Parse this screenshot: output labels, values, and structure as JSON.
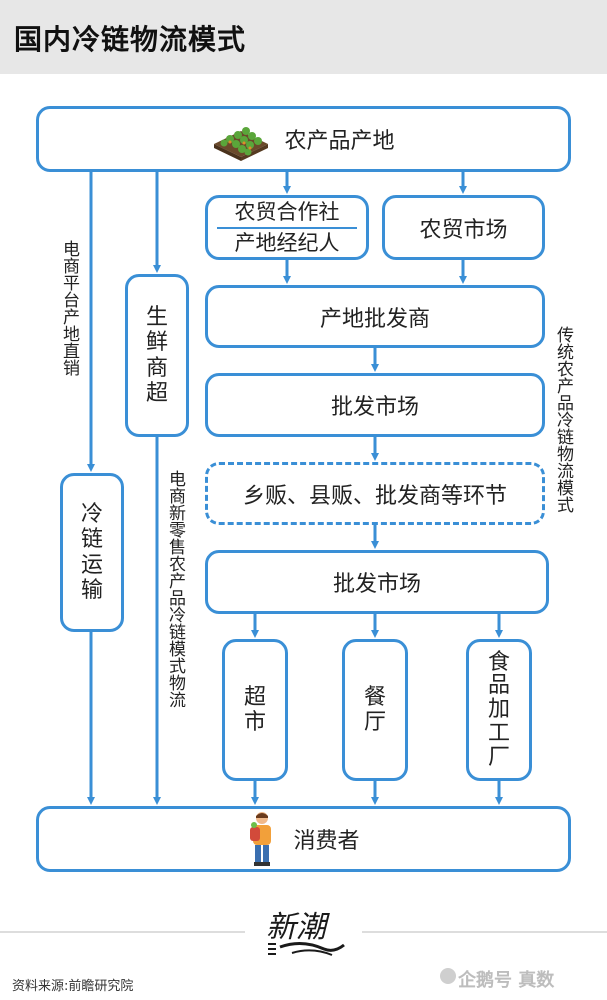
{
  "header": {
    "title": "国内冷链物流模式"
  },
  "nodes": {
    "origin": "农产品产地",
    "coop": "农贸合作社",
    "broker": "产地经纪人",
    "farm_market": "农贸市场",
    "origin_wholesaler": "产地批发商",
    "wholesale_market_1": "批发市场",
    "intermediaries": "乡贩、县贩、批发商等环节",
    "wholesale_market_2": "批发市场",
    "fresh_supermarket": [
      "生",
      "鲜",
      "商",
      "超"
    ],
    "cold_transport": [
      "冷",
      "链",
      "运",
      "输"
    ],
    "supermarket": [
      "超",
      "市"
    ],
    "restaurant": [
      "餐",
      "厅"
    ],
    "food_processing": [
      "食",
      "品",
      "加",
      "工",
      "厂"
    ],
    "consumer": "消费者"
  },
  "labels": {
    "ecommerce_direct": "电商平台产地直销",
    "ecommerce_retail": "电商新零售农产品冷链模式物流",
    "traditional": "传统农产品冷链物流模式"
  },
  "footer": {
    "source": "资料来源:前瞻研究院",
    "logo_text": "新潮",
    "watermark": "企鹅号 真数"
  },
  "colors": {
    "accent": "#3a8fd6",
    "header_bg": "#e7e7e7"
  }
}
